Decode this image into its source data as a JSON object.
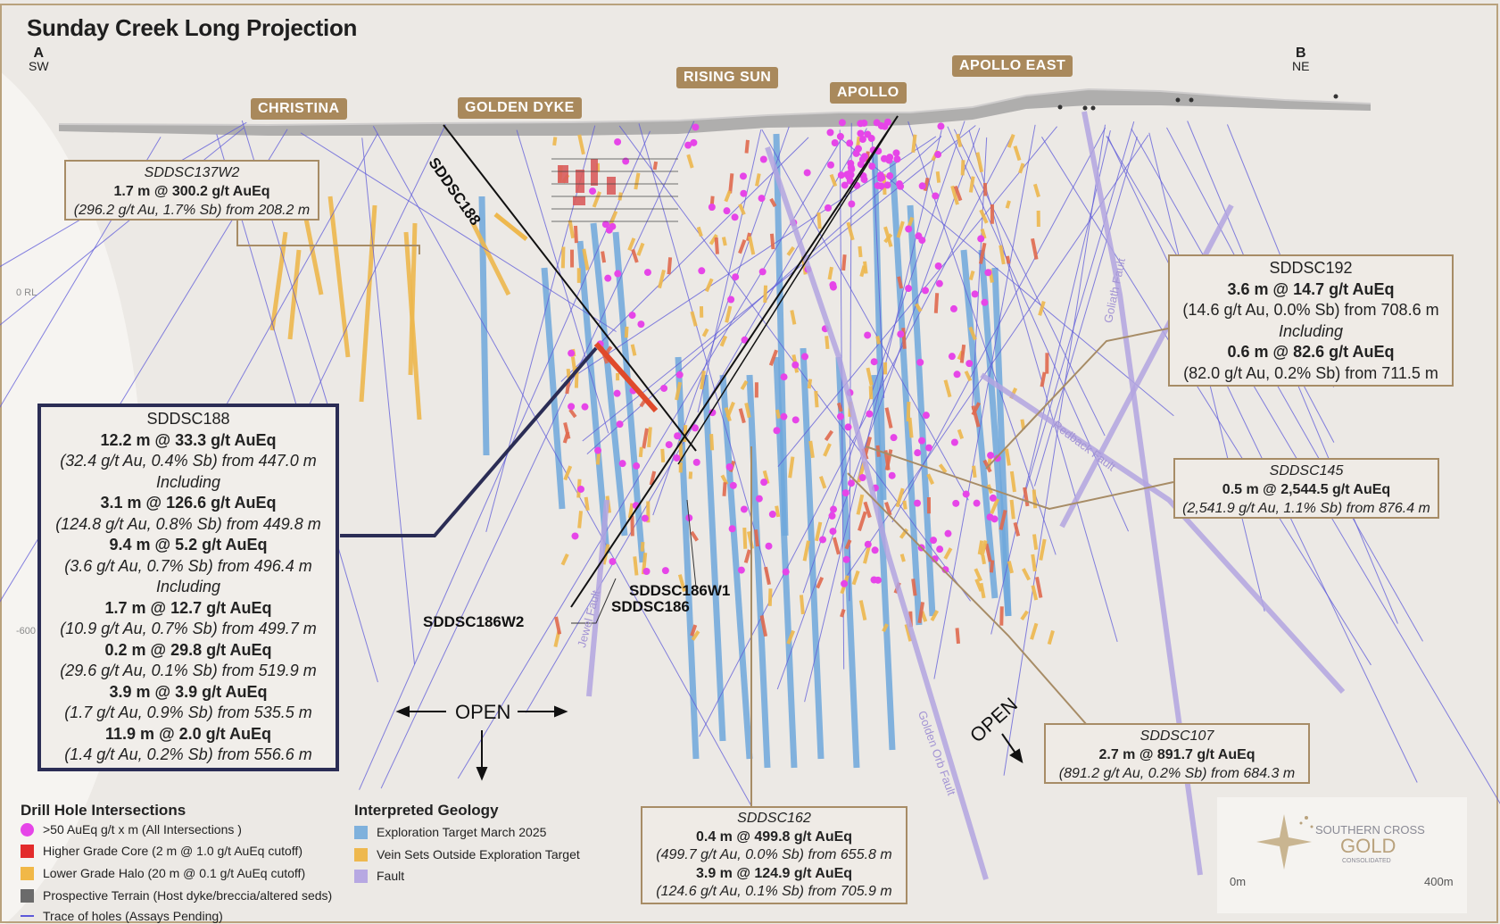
{
  "title": "Sunday Creek Long Projection",
  "section_ends": {
    "a": {
      "letter": "A",
      "direction": "SW"
    },
    "b": {
      "letter": "B",
      "direction": "NE"
    }
  },
  "rl_labels": {
    "upper": "0 RL",
    "lower": "-600"
  },
  "zones": [
    "CHRISTINA",
    "GOLDEN DYKE",
    "RISING SUN",
    "APOLLO",
    "APOLLO EAST"
  ],
  "callouts": {
    "sddsc137w2": {
      "lines": [
        "SDDSC137W2",
        "1.7 m @ 300.2 g/t AuEq",
        "(296.2 g/t Au, 1.7% Sb) from 208.2 m"
      ]
    },
    "sddsc192": {
      "lines": [
        "SDDSC192",
        "3.6 m @ 14.7 g/t AuEq",
        "(14.6 g/t Au, 0.0% Sb) from 708.6 m",
        "Including",
        "0.6 m @ 82.6 g/t AuEq",
        "(82.0 g/t Au, 0.2% Sb) from 711.5 m"
      ]
    },
    "sddsc188": {
      "lines": [
        "SDDSC188",
        "12.2 m @ 33.3 g/t AuEq",
        "(32.4 g/t Au, 0.4% Sb) from 447.0 m",
        "Including",
        "3.1 m @ 126.6 g/t AuEq",
        "(124.8 g/t Au, 0.8% Sb) from 449.8 m",
        "9.4 m @ 5.2 g/t AuEq",
        "(3.6 g/t Au, 0.7% Sb) from 496.4 m",
        "Including",
        "1.7 m @ 12.7 g/t AuEq",
        "(10.9 g/t Au, 0.7% Sb) from 499.7 m",
        "0.2 m @ 29.8 g/t AuEq",
        "(29.6 g/t Au, 0.1% Sb) from 519.9 m",
        "3.9 m @ 3.9 g/t AuEq",
        "(1.7 g/t Au, 0.9% Sb) from 535.5 m",
        "11.9 m @ 2.0 g/t AuEq",
        "(1.4 g/t Au, 0.2% Sb) from 556.6 m"
      ]
    },
    "sddsc145": {
      "lines": [
        "SDDSC145",
        "0.5 m @ 2,544.5 g/t AuEq",
        "(2,541.9 g/t Au, 1.1% Sb) from 876.4 m"
      ]
    },
    "sddsc107": {
      "lines": [
        "SDDSC107",
        "2.7 m @ 891.7 g/t AuEq",
        "(891.2 g/t Au, 0.2% Sb) from 684.3 m"
      ]
    },
    "sddsc162": {
      "lines": [
        "SDDSC162",
        "0.4 m @ 499.8 g/t AuEq",
        "(499.7 g/t Au, 0.0% Sb) from 655.8 m",
        "3.9 m @ 124.9 g/t AuEq",
        "(124.6 g/t Au, 0.1% Sb) from 705.9 m"
      ]
    }
  },
  "hole_labels": {
    "sddsc188": "SDDSC188",
    "sddsc186w1": "SDDSC186W1",
    "sddsc186": "SDDSC186",
    "sddsc186w2": "SDDSC186W2"
  },
  "open_labels": {
    "main": "OPEN",
    "right": "OPEN"
  },
  "faults": {
    "goliath": "Goliath Fault",
    "redback": "Redback Fault",
    "jewel": "Jewel Fault",
    "golden_orb": "Golden Orb Fault"
  },
  "legend": {
    "drill_heading": "Drill Hole Intersections",
    "drill_items": [
      {
        "label": ">50 AuEq g/t x m (All Intersections )",
        "color": "#e645e8",
        "shape": "circle"
      },
      {
        "label": "Higher Grade Core (2 m @ 1.0 g/t AuEq cutoff)",
        "color": "#e32b2b",
        "shape": "square"
      },
      {
        "label": "Lower Grade Halo (20 m @ 0.1 g/t AuEq cutoff)",
        "color": "#f1b847",
        "shape": "square"
      },
      {
        "label": "Prospective Terrain (Host dyke/breccia/altered seds)",
        "color": "#6b6b6b",
        "shape": "square"
      },
      {
        "label": "Trace of holes (Assays Pending)",
        "color": "#5d59d9",
        "shape": "line"
      }
    ],
    "geology_heading": "Interpreted Geology",
    "geology_items": [
      {
        "label": "Exploration Target March 2025",
        "color": "#7fb1dc"
      },
      {
        "label": "Vein Sets Outside Exploration Target",
        "color": "#eeb84e"
      },
      {
        "label": "Fault",
        "color": "#b7a8e2"
      }
    ]
  },
  "logo": {
    "line1": "SOUTHERN CROSS",
    "line2": "GOLD",
    "line3": "CONSOLIDATED"
  },
  "scale": {
    "start": "0m",
    "end": "400m"
  },
  "colors": {
    "frame": "#b9a27d",
    "zone_tag": "#a9895c",
    "main_callout_border": "#2b2d55",
    "callout_border": "#a78c66",
    "target_blue": "#6fa8dc",
    "vein_orange": "#eeb84e",
    "fault_purple": "#b3a4e0",
    "trace_blue": "#5d59d9",
    "high_grade": "#e645e8"
  }
}
